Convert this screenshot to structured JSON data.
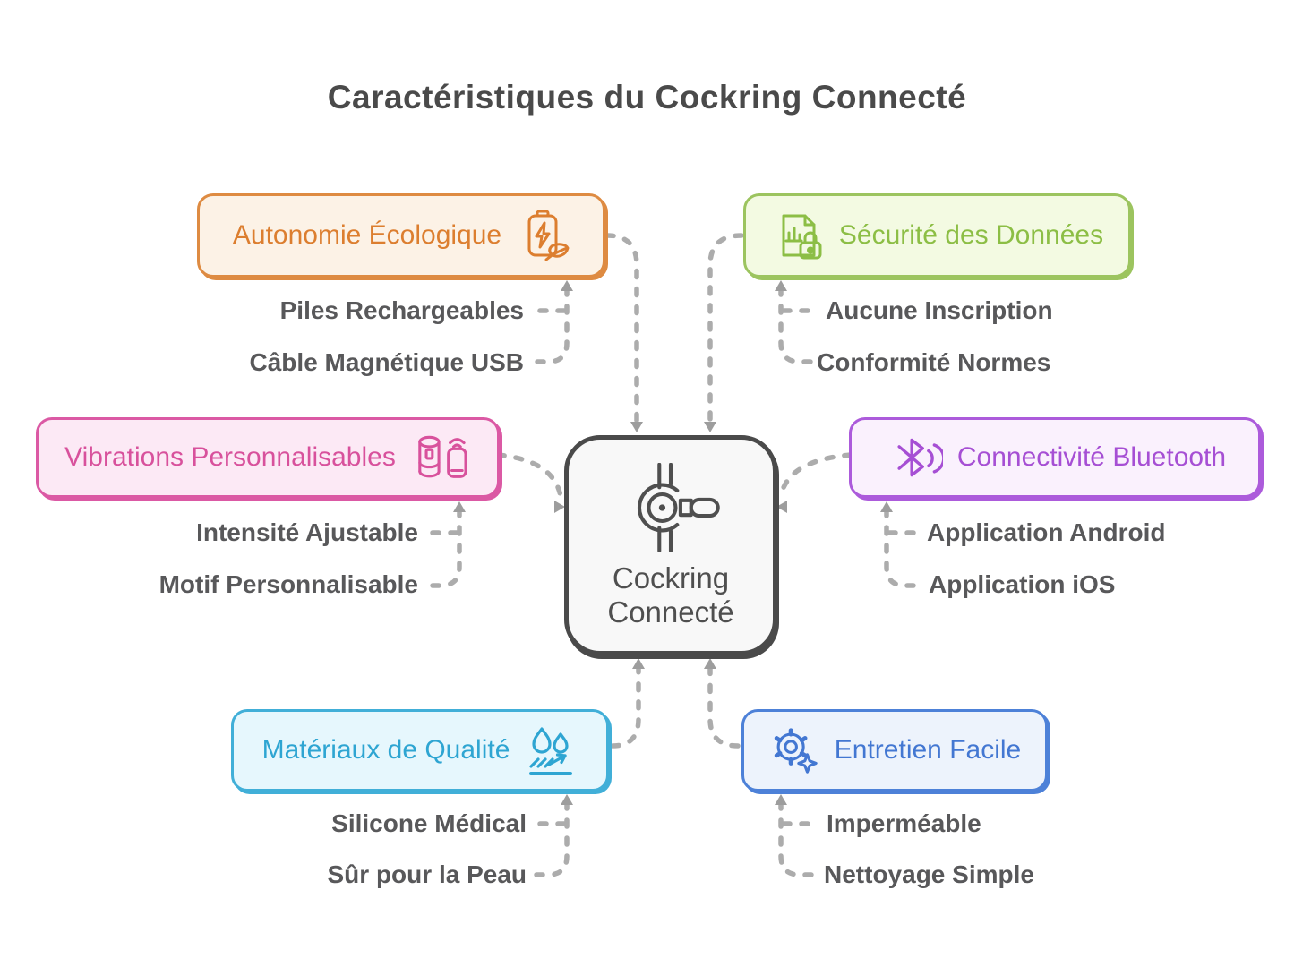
{
  "title": "Caractéristiques du Cockring Connecté",
  "center": {
    "label": "Cockring Connecté",
    "line1": "Cockring",
    "line2": "Connecté",
    "icon": "cockring-icon",
    "border_color": "#4A4A4A",
    "background": "#F8F8F8"
  },
  "connector_color": "#ACACAC",
  "subitem_text_color": "#58585A",
  "branches": {
    "autonomie": {
      "label": "Autonomie Écologique",
      "icon": "eco-battery-icon",
      "border_color": "#DE8B42",
      "text_color": "#DC7E2F",
      "background": "#FCF2E6",
      "children": [
        "Piles Rechargeables",
        "Câble Magnétique USB"
      ]
    },
    "securite": {
      "label": "Sécurité des Données",
      "icon": "document-lock-icon",
      "border_color": "#9CC45F",
      "text_color": "#8CBE45",
      "background": "#F3FAE2",
      "children": [
        "Aucune Inscription",
        "Conformité Normes"
      ]
    },
    "vibrations": {
      "label": "Vibrations Personnalisables",
      "icon": "vibrator-remote-icon",
      "border_color": "#DB59A4",
      "text_color": "#D8519C",
      "background": "#FCE9F5",
      "children": [
        "Intensité Ajustable",
        "Motif Personnalisable"
      ]
    },
    "bluetooth": {
      "label": "Connectivité Bluetooth",
      "icon": "bluetooth-signal-icon",
      "border_color": "#AC5BDB",
      "text_color": "#A64FD4",
      "background": "#FAF1FD",
      "children": [
        "Application Android",
        "Application iOS"
      ]
    },
    "materiaux": {
      "label": "Matériaux de Qualité",
      "icon": "waterproof-drops-icon",
      "border_color": "#41AFD8",
      "text_color": "#2EA5D2",
      "background": "#E6F7FD",
      "children": [
        "Silicone Médical",
        "Sûr pour la Peau"
      ]
    },
    "entretien": {
      "label": "Entretien Facile",
      "icon": "gear-sparkle-icon",
      "border_color": "#4D81D8",
      "text_color": "#4377D2",
      "background": "#EDF3FC",
      "children": [
        "Imperméable",
        "Nettoyage Simple"
      ]
    }
  }
}
